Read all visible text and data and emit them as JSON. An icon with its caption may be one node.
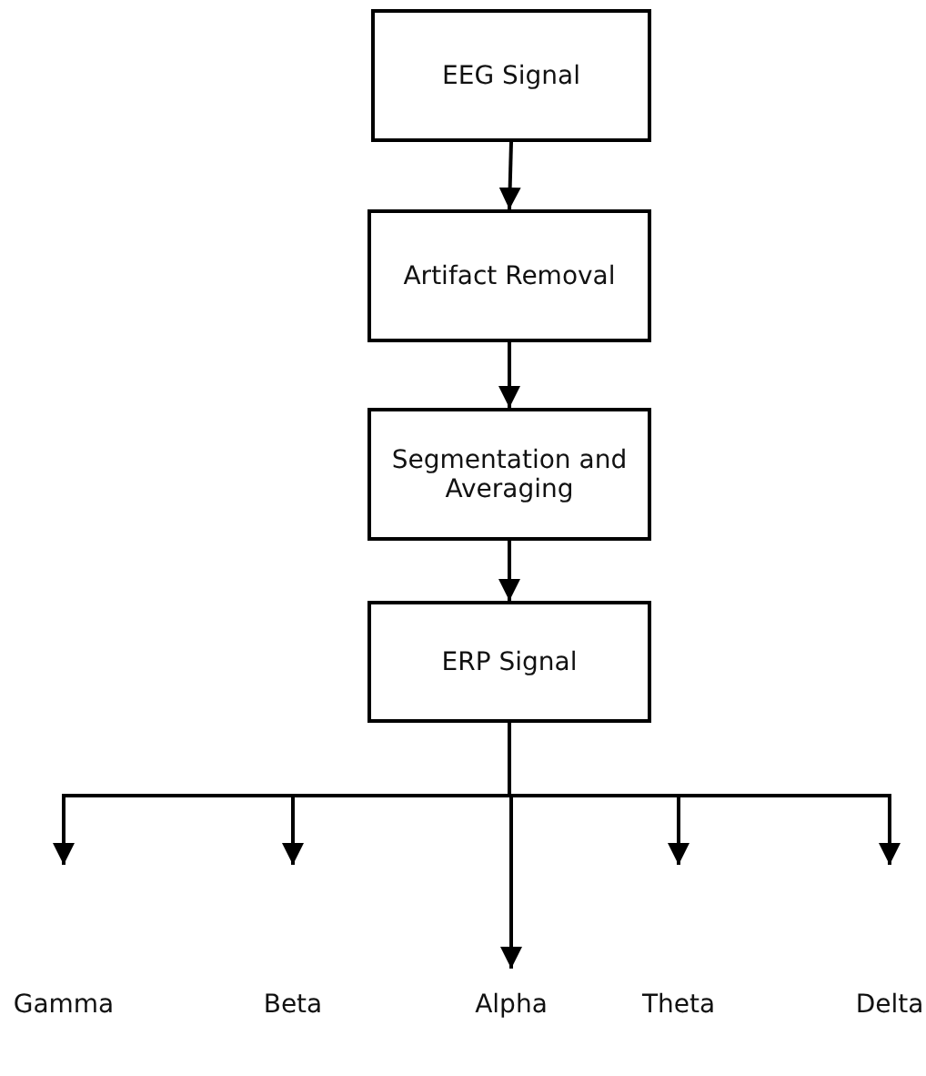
{
  "diagram": {
    "nodes": [
      {
        "text": [
          "EEG Signal"
        ]
      },
      {
        "text": [
          "Artifact Removal"
        ]
      },
      {
        "text": [
          "Segmentation and Averaging"
        ]
      },
      {
        "text": [
          "ERP Signal"
        ]
      },
      {
        "text": [
          "Gamma"
        ]
      },
      {
        "text": [
          "Beta"
        ]
      },
      {
        "text": [
          "Alpha"
        ]
      },
      {
        "text": [
          "Theta"
        ]
      },
      {
        "text": [
          "Delta"
        ]
      }
    ],
    "edges": [
      {
        "from": 0,
        "to": 1,
        "arrow": "to"
      },
      {
        "from": 1,
        "to": 2,
        "arrow": "to"
      },
      {
        "from": 2,
        "to": 3,
        "arrow": "to"
      },
      {
        "from": 3,
        "to": 4,
        "arrow": "to"
      },
      {
        "from": 3,
        "to": 5,
        "arrow": "to"
      },
      {
        "from": 3,
        "to": 6,
        "arrow": "to"
      },
      {
        "from": 3,
        "to": 7,
        "arrow": "to"
      },
      {
        "from": 3,
        "to": 8,
        "arrow": "to"
      }
    ]
  }
}
